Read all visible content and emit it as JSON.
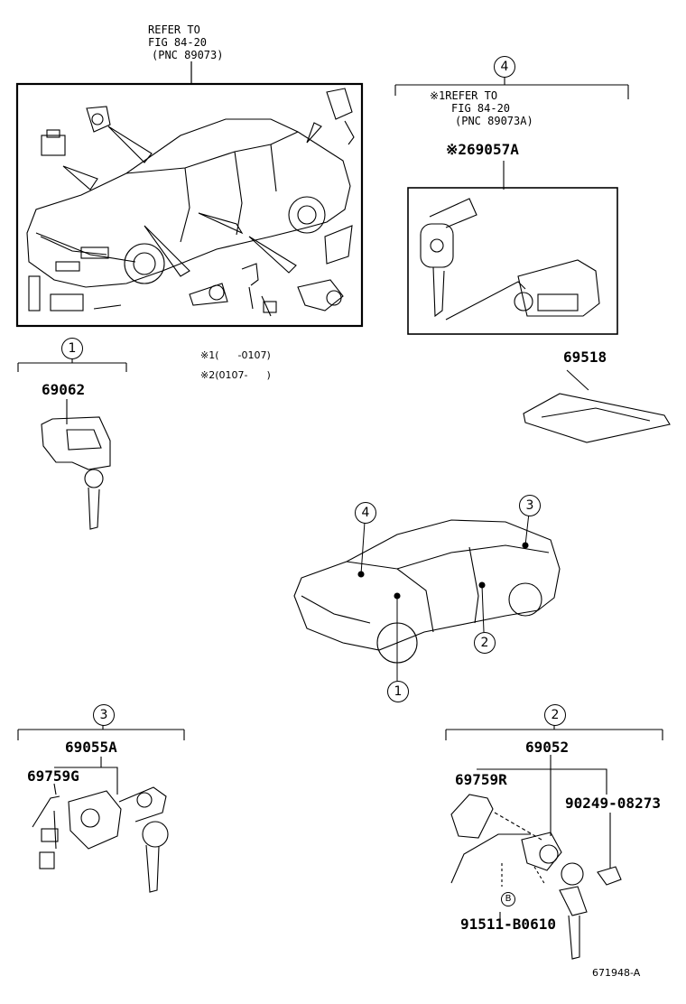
{
  "top_ref": {
    "line1": "REFER TO",
    "line2": "FIG 84-20",
    "line3": "(PNC 89073)"
  },
  "group4": {
    "circle": "4",
    "ref_line1": "※1REFER TO",
    "ref_line2": "FIG 84-20",
    "ref_line3": "(PNC 89073A)",
    "part": "※269057A"
  },
  "notes": {
    "note1": "※1(      -0107)",
    "note2": "※2(0107-      )"
  },
  "group1": {
    "circle": "1",
    "part": "69062"
  },
  "part_69518": "69518",
  "car_labels": {
    "c4": "4",
    "c3": "3",
    "c2": "2",
    "c1": "1"
  },
  "group3": {
    "circle": "3",
    "part_a": "69055A",
    "part_b": "69759G"
  },
  "group2": {
    "circle": "2",
    "part_a": "69052",
    "part_b": "69759R",
    "part_c": "90249-08273",
    "part_d": "91511-B0610",
    "marker": "B"
  },
  "figure_code": "671948-A"
}
